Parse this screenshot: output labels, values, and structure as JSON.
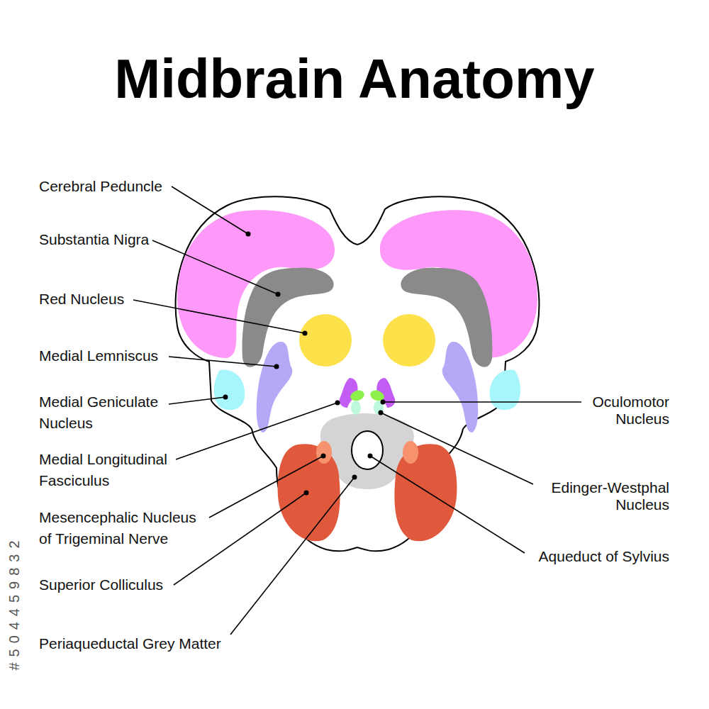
{
  "diagram": {
    "title": "Midbrain Anatomy",
    "labels": [
      "Cerebral Peduncle",
      "Substantia Nigra",
      "Red Nucleus",
      "Medial Lemniscus",
      "Medial Geniculate Nucleus",
      "Medial Longitudinal Fasciculus",
      "Mesencephalic Nucleus of Trigeminal Nerve",
      "Superior Colliculus",
      "Periaqueductal Grey Matter",
      "Oculomotor Nucleus",
      "Edinger-Westphal Nucleus",
      "Aqueduct of Sylvius",
      "#504459832"
    ]
  }
}
